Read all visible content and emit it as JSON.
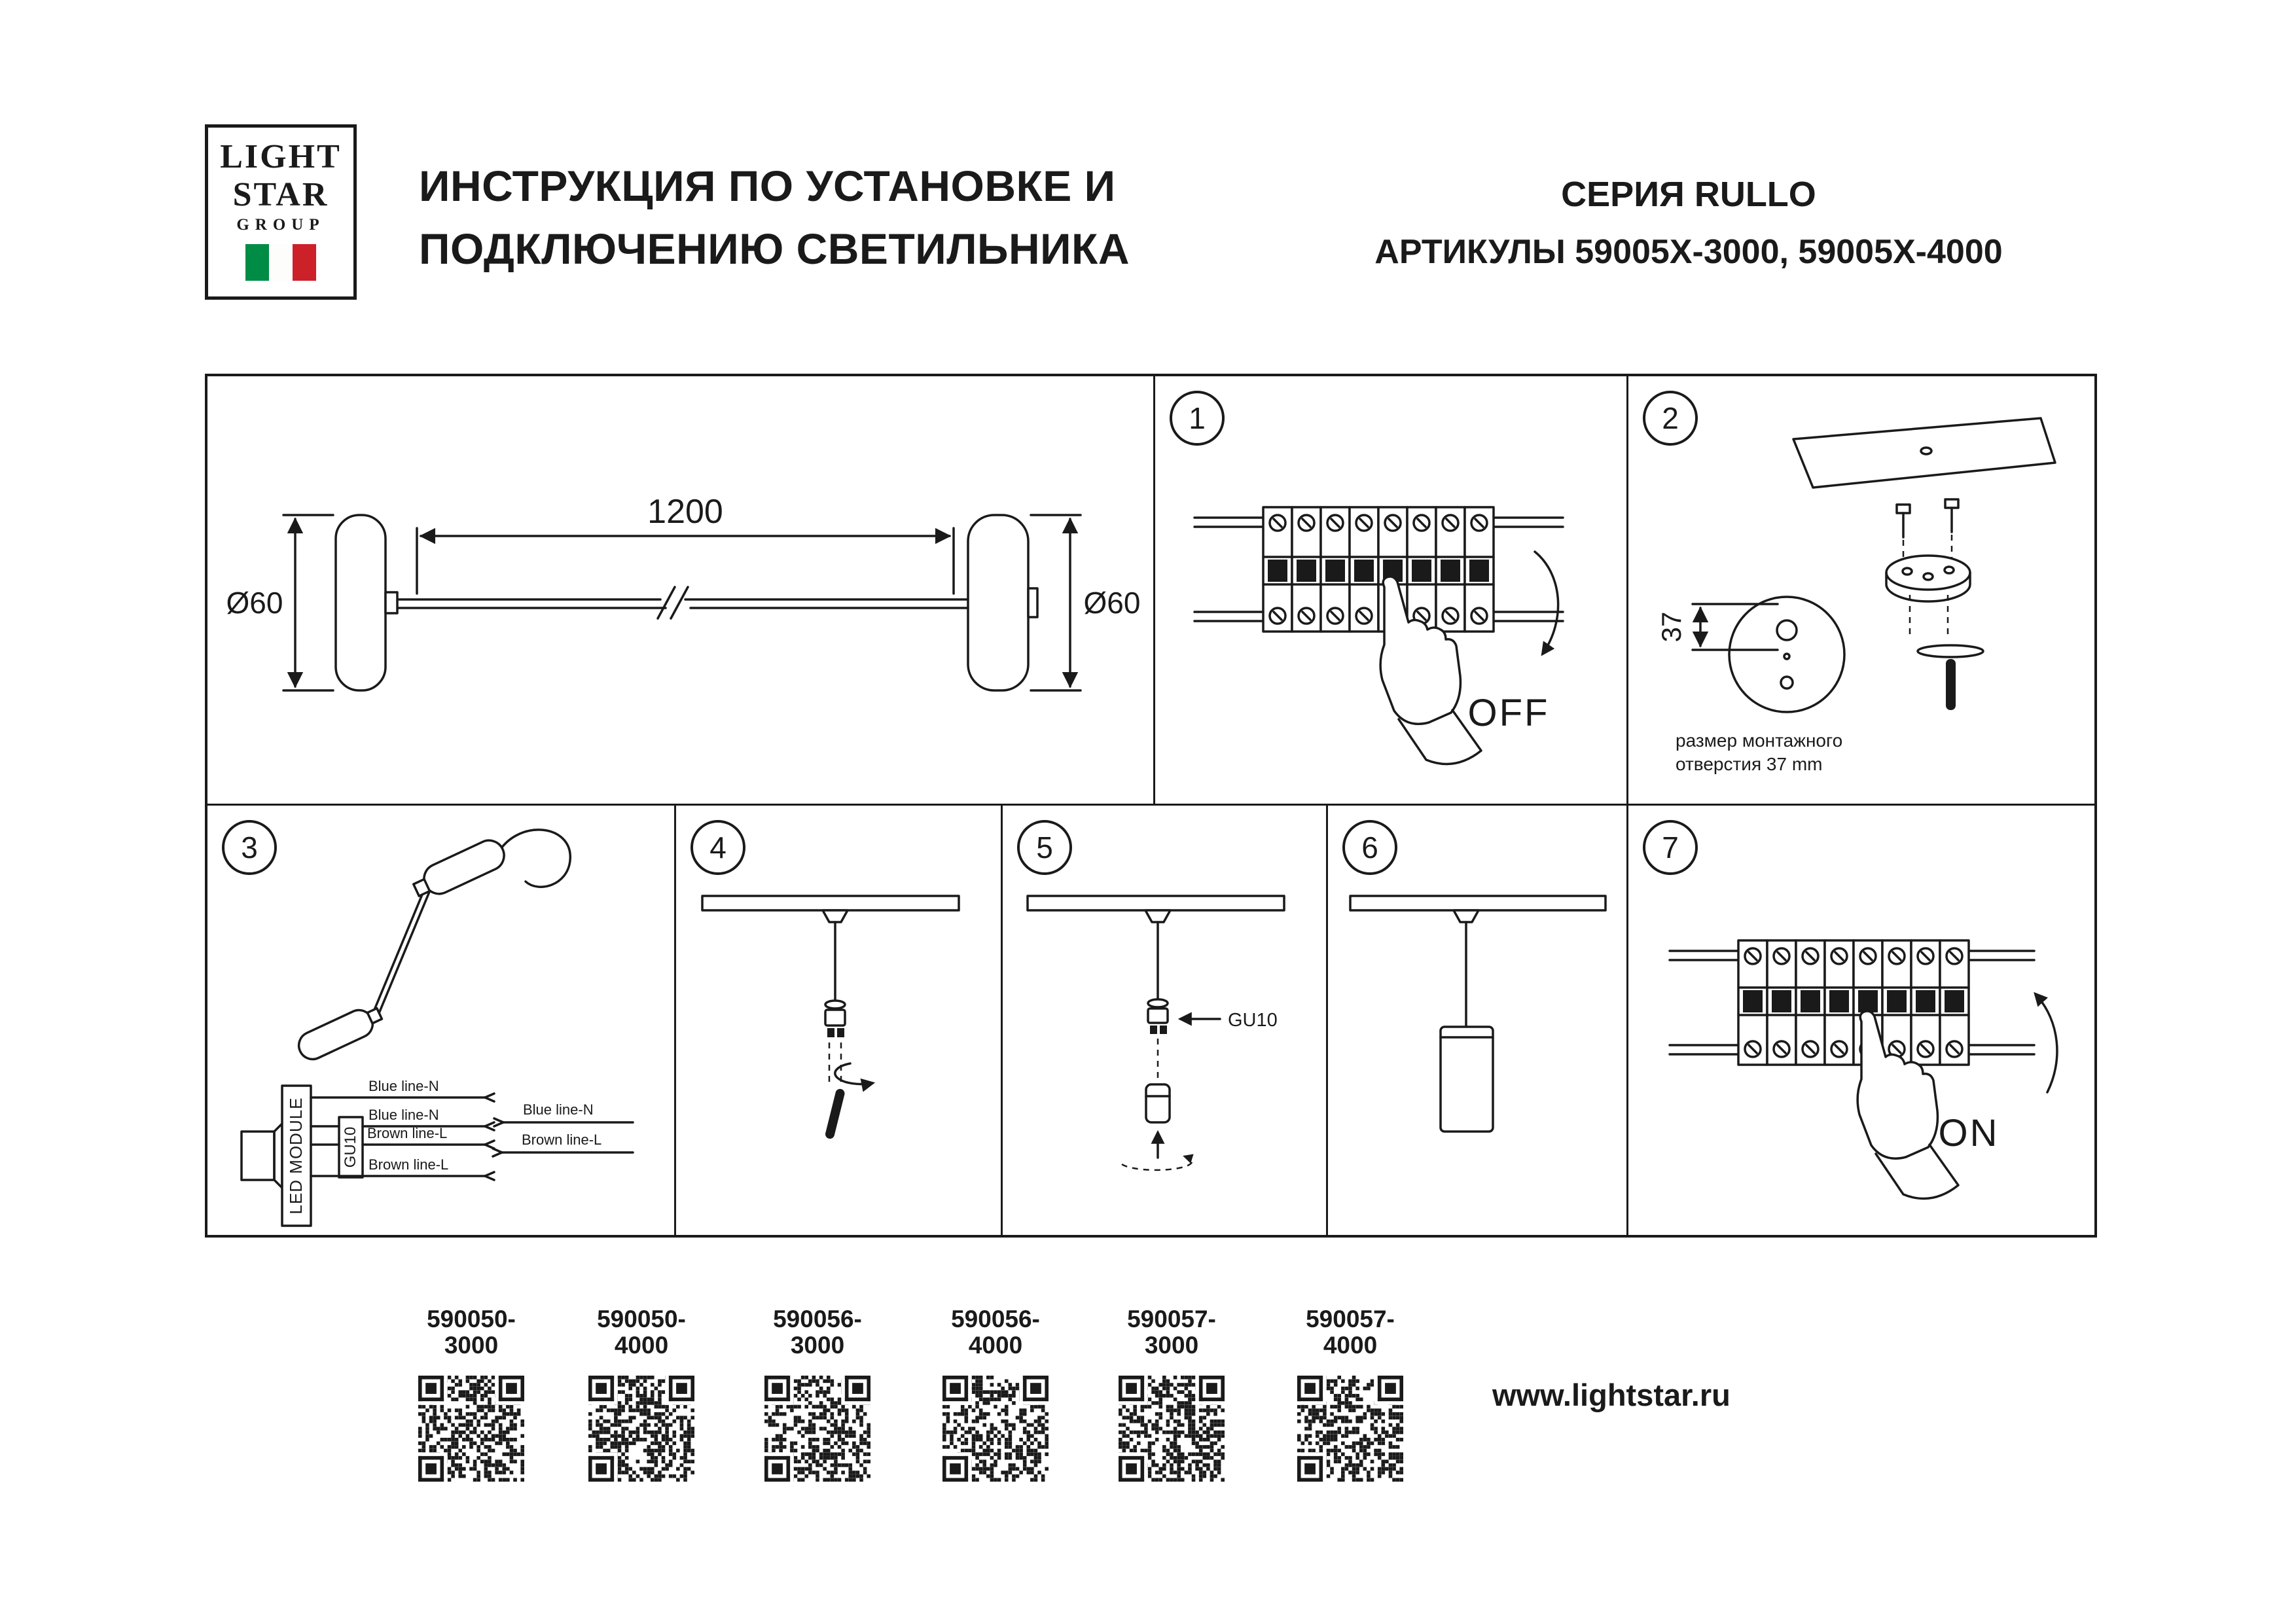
{
  "header": {
    "logo_lines": [
      "LIGHT",
      "STAR",
      "GROUP"
    ],
    "title_line1": "ИНСТРУКЦИЯ ПО УСТАНОВКЕ И",
    "title_line2": "ПОДКЛЮЧЕНИЮ СВЕТИЛЬНИКА",
    "series": "СЕРИЯ RULLO",
    "articles": "АРТИКУЛЫ 59005X-3000, 59005X-4000"
  },
  "overview": {
    "length_label": "1200",
    "diameter_left_label": "Ø60",
    "diameter_right_label": "Ø60"
  },
  "steps": {
    "s1": {
      "number": "1",
      "switch_label": "OFF"
    },
    "s2": {
      "number": "2",
      "hole_dimension": "37",
      "note_line1": "размер монтажного",
      "note_line2": "отверстия 37 mm"
    },
    "s3": {
      "number": "3",
      "module_label": "LED MODULE",
      "socket_label": "GU10",
      "wires": [
        "Blue line-N",
        "Blue line-N",
        "Brown line-L",
        "Brown line-L"
      ],
      "right_wires": [
        "Blue line-N",
        "Brown line-L"
      ]
    },
    "s4": {
      "number": "4"
    },
    "s5": {
      "number": "5",
      "socket_label": "GU10"
    },
    "s6": {
      "number": "6"
    },
    "s7": {
      "number": "7",
      "switch_label": "ON"
    }
  },
  "footer": {
    "qr_labels": [
      "590050-3000",
      "590050-4000",
      "590056-3000",
      "590056-4000",
      "590057-3000",
      "590057-4000"
    ],
    "website": "www.lightstar.ru"
  },
  "colors": {
    "ink": "#1a1a1a",
    "paper": "#ffffff",
    "flag_green": "#008c45",
    "flag_red": "#cd212a"
  }
}
